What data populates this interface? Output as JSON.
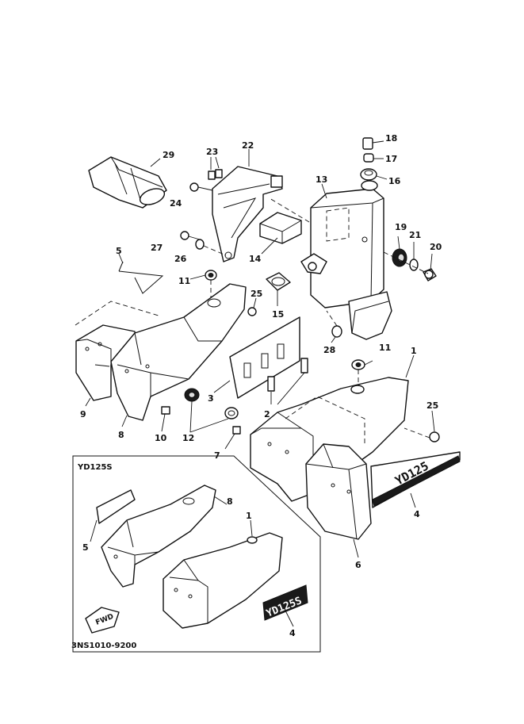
{
  "diagram": {
    "variant_label": "YD125S",
    "catalog_code": "3NS1010-9200",
    "fwd_label": "FWD",
    "badge_main": "YD125",
    "badge_inset": "YD125S"
  },
  "callouts": {
    "c1a": "1",
    "c1b": "1",
    "c2": "2",
    "c3": "3",
    "c4a": "4",
    "c4b": "4",
    "c5a": "5",
    "c5b": "5",
    "c6": "6",
    "c7": "7",
    "c8a": "8",
    "c8b": "8",
    "c9": "9",
    "c10": "10",
    "c11a": "11",
    "c11b": "11",
    "c12": "12",
    "c13": "13",
    "c14": "14",
    "c15": "15",
    "c16": "16",
    "c17": "17",
    "c18": "18",
    "c19": "19",
    "c20": "20",
    "c21": "21",
    "c22": "22",
    "c23": "23",
    "c24": "24",
    "c25a": "25",
    "c25b": "25",
    "c26": "26",
    "c27": "27",
    "c28": "28",
    "c29": "29"
  }
}
